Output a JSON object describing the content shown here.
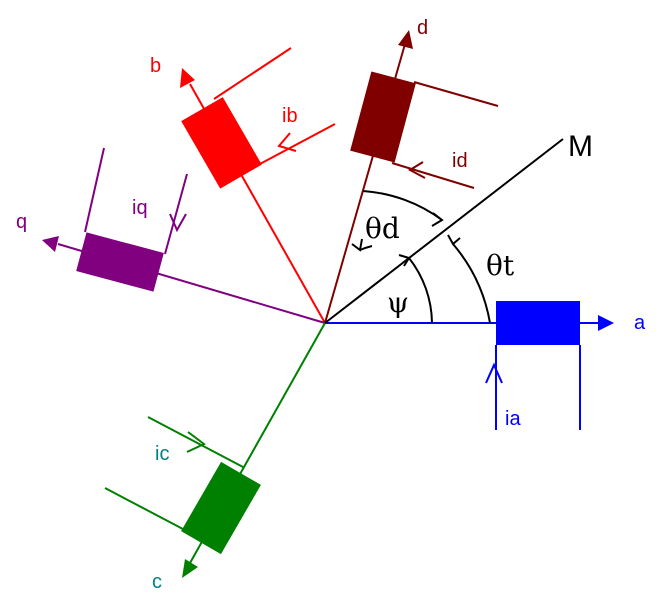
{
  "colors": {
    "a": "#0000ff",
    "b": "#ff0000",
    "c": "#008000",
    "d": "#800000",
    "q": "#800080",
    "ic_label": "#008080",
    "M": "#000000",
    "angle": "#000000"
  },
  "axes": {
    "a": {
      "label": "a",
      "current": "ia"
    },
    "b": {
      "label": "b",
      "current": "ib"
    },
    "c": {
      "label": "c",
      "current": "ic"
    },
    "d": {
      "label": "d",
      "current": "id"
    },
    "q": {
      "label": "q",
      "current": "iq"
    },
    "M": {
      "label": "M"
    }
  },
  "angles": {
    "theta_d": "θd",
    "theta_t": "θt",
    "psi": "ψ"
  }
}
